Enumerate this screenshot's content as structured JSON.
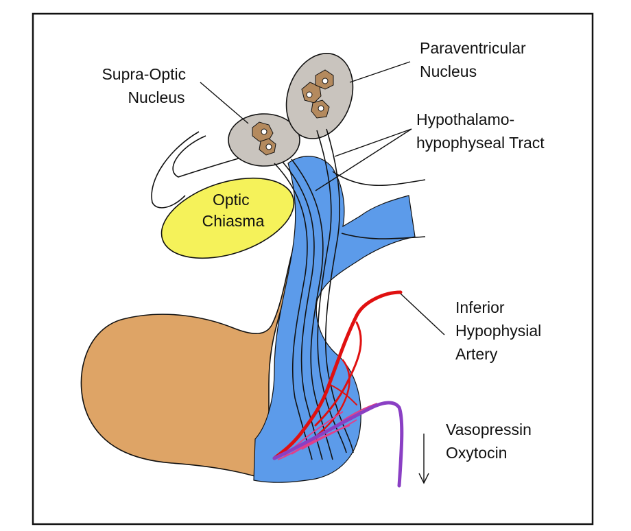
{
  "labels": {
    "supra_optic_nucleus": [
      "Supra-Optic",
      "Nucleus"
    ],
    "paraventricular_nucleus": [
      "Paraventricular",
      "Nucleus"
    ],
    "hypothalamo_tract": [
      "Hypothalamo-",
      "hypophyseal Tract"
    ],
    "optic_chiasma": [
      "Optic",
      "Chiasma"
    ],
    "inferior_hypophysial_artery": [
      "Inferior",
      "Hypophysial",
      "Artery"
    ],
    "hormones": [
      "Vasopressin",
      "Oxytocin"
    ]
  },
  "colors": {
    "frame": "#111111",
    "anterior_pituitary": "#DEA466",
    "posterior_pituitary": "#5C9BEA",
    "optic_chiasma": "#F5F25A",
    "nucleus_fill": "#C9C4BE",
    "artery": "#E01010",
    "vein": "#8A3FC4",
    "capillary": "#E0408A"
  }
}
